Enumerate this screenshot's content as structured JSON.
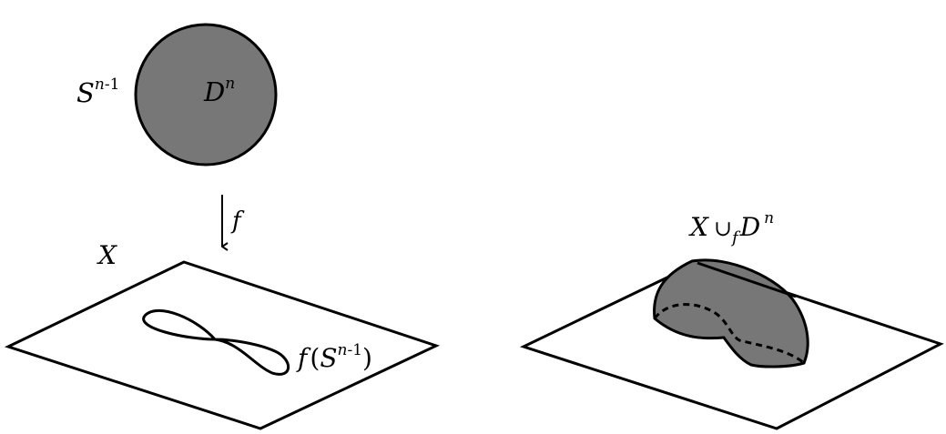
{
  "labels": {
    "sphere": {
      "base": "S",
      "exp_var": "n",
      "exp_rest": "-1"
    },
    "disk": {
      "base": "D",
      "exp": "n"
    },
    "map": "f",
    "space": "X",
    "image": {
      "func": "f",
      "open": "(",
      "base": "S",
      "exp_var": "n",
      "exp_rest": "-1",
      "close": ")"
    },
    "adjunction": {
      "space": "X",
      "union": "∪",
      "sub": "f",
      "disk": "D",
      "exp": "n"
    }
  },
  "colors": {
    "disk_fill": "#777777",
    "stroke": "#000000",
    "background": "#ffffff"
  }
}
